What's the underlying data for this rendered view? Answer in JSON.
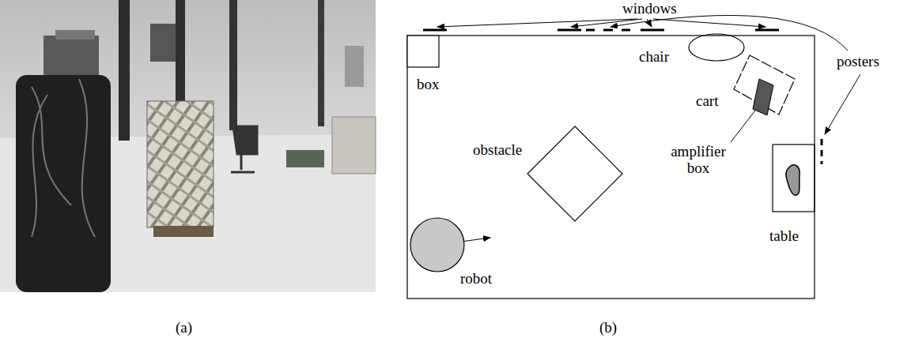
{
  "diagram": {
    "nodes": [
      {
        "text": [
          "box"
        ]
      },
      {
        "text": [
          "chair"
        ]
      },
      {
        "text": [
          "cart"
        ]
      },
      {
        "text": [
          "amplifier box"
        ],
        "in": 2
      },
      {
        "text": [
          "obstacle"
        ]
      },
      {
        "text": [
          "table"
        ]
      },
      {
        "text": [
          "robot"
        ]
      }
    ],
    "labels": [
      "windows",
      "posters",
      "(a)",
      "(b)"
    ]
  }
}
